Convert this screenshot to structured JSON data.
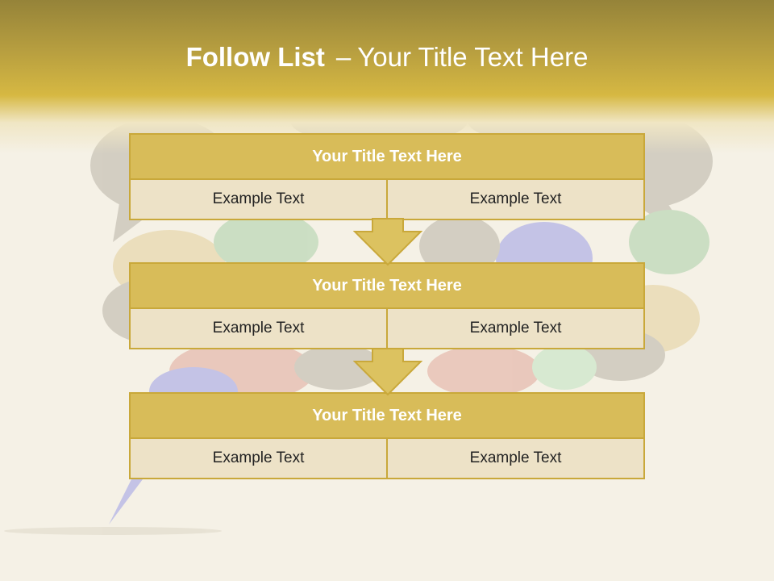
{
  "slide": {
    "title_bold": "Follow List",
    "title_dash": "–",
    "title_rest": "Your Title Text Here"
  },
  "blocks": [
    {
      "title": "Your Title Text Here",
      "cells": [
        "Example Text",
        "Example Text"
      ]
    },
    {
      "title": "Your Title Text Here",
      "cells": [
        "Example Text",
        "Example Text"
      ]
    },
    {
      "title": "Your Title Text Here",
      "cells": [
        "Example Text",
        "Example Text"
      ]
    }
  ],
  "colors": {
    "header_band": "#b9a040",
    "block_title": "#d8bc59",
    "block_cell": "#ede2c7",
    "border": "#c9a83a",
    "background": "#f5f1e6"
  },
  "icons": {
    "connector": "down-arrow-icon",
    "background": "speech-bubbles-illustration"
  }
}
